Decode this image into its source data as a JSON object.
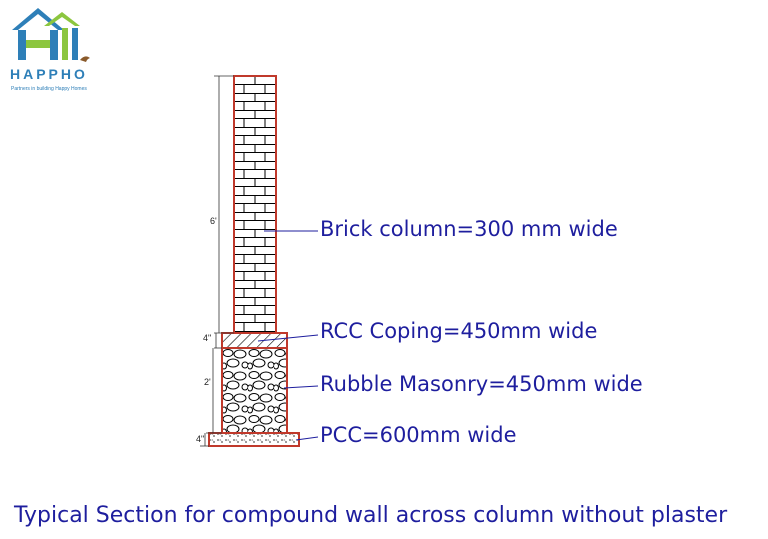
{
  "logo": {
    "name": "HAPPHO",
    "tagline": "Partners in building Happy Homes"
  },
  "dimensions": {
    "brick_height": "6'",
    "coping_height": "4\"",
    "rubble_height": "2'",
    "pcc_height": "4\""
  },
  "labels": {
    "brick": "Brick column=300 mm wide",
    "coping": "RCC Coping=450mm wide",
    "rubble": "Rubble Masonry=450mm wide",
    "pcc": "PCC=600mm wide"
  },
  "caption": "Typical Section for compound wall across column without plaster",
  "colors": {
    "outline": "#c0392b",
    "text": "#1e1e9e",
    "logo_blue": "#2e7fb8",
    "logo_green": "#8cc63f"
  }
}
